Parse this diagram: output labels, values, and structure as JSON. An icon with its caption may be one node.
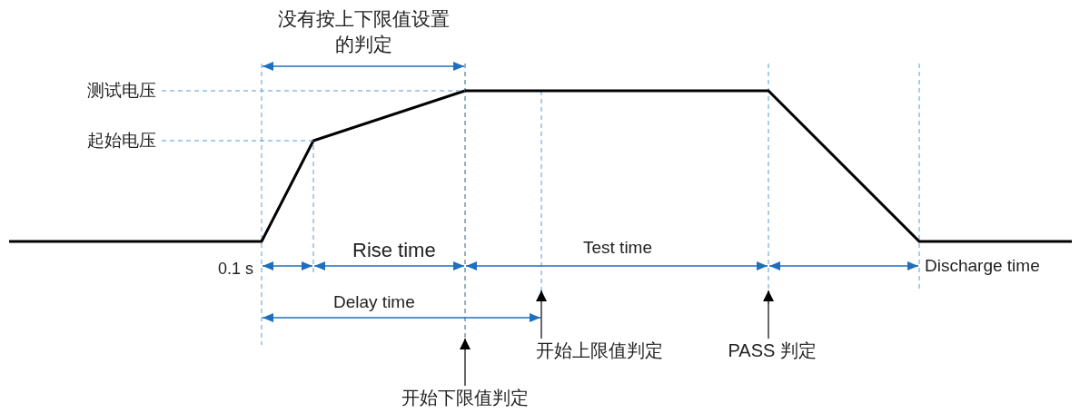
{
  "diagram": {
    "nodes": [
      {
        "text": [
          "测试电压"
        ]
      },
      {
        "text": [
          "起始电压"
        ]
      },
      {
        "text": [
          "开始下限值判定"
        ]
      },
      {
        "text": [
          "开始上限值判定"
        ]
      },
      {
        "text": [
          "PASS 判定"
        ]
      }
    ],
    "edges": [
      {
        "from": 0,
        "to": null,
        "arrow": "none",
        "style": "dashed",
        "color": "#5b9bd5"
      },
      {
        "from": 1,
        "to": null,
        "arrow": "none",
        "style": "dashed",
        "color": "#5b9bd5"
      },
      {
        "from": 2,
        "to": null,
        "arrow": "to"
      },
      {
        "from": 3,
        "to": null,
        "arrow": "to"
      },
      {
        "from": 4,
        "to": null,
        "arrow": "to"
      }
    ],
    "labels": [
      "没有按上下限值设置的判定",
      "0.1 s",
      "Rise time",
      "Test time",
      "Discharge time",
      "Delay time"
    ]
  }
}
